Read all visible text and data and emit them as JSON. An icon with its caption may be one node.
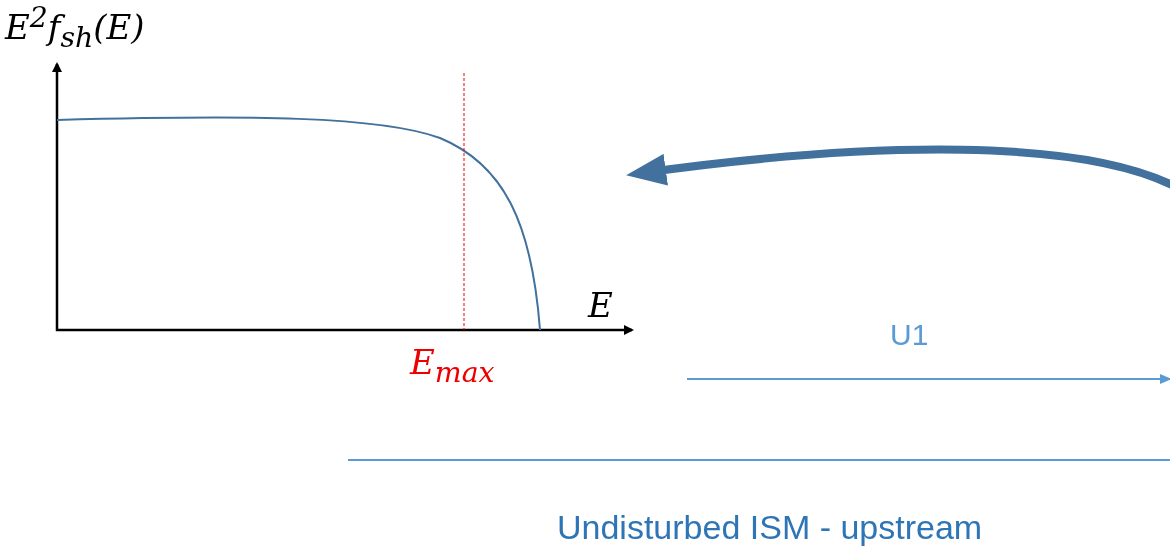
{
  "diagram": {
    "labels": [
      "E$^{2}$f$_{sh}$(E)",
      "E",
      "E$_{max}$",
      "U1",
      "Undisturbed ISM - upstream"
    ]
  }
}
